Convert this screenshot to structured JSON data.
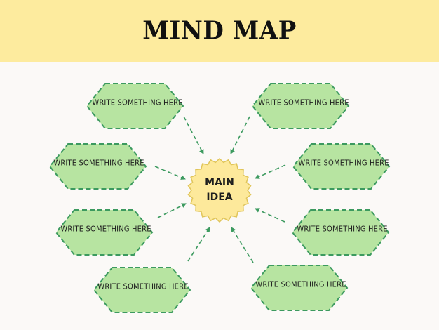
{
  "title": "MIND MAP",
  "center": {
    "line1": "MAIN",
    "line2": "IDEA"
  },
  "nodes": [
    {
      "label": "WRITE SOMETHING HERE"
    },
    {
      "label": "WRITE SOMETHING HERE"
    },
    {
      "label": "WRITE SOMETHING HERE"
    },
    {
      "label": "WRITE SOMETHING HERE"
    },
    {
      "label": "WRITE SOMETHING HERE"
    },
    {
      "label": "WRITE SOMETHING HERE"
    },
    {
      "label": "WRITE SOMETHING HERE"
    },
    {
      "label": "WRITE SOMETHING HERE"
    }
  ],
  "colors": {
    "header": "#fdeb9e",
    "node_fill": "#b7e4a1",
    "node_stroke": "#3c9a5f",
    "center_fill": "#fde99b",
    "center_stroke": "#e0c55a",
    "arrow": "#3c9a5f"
  }
}
